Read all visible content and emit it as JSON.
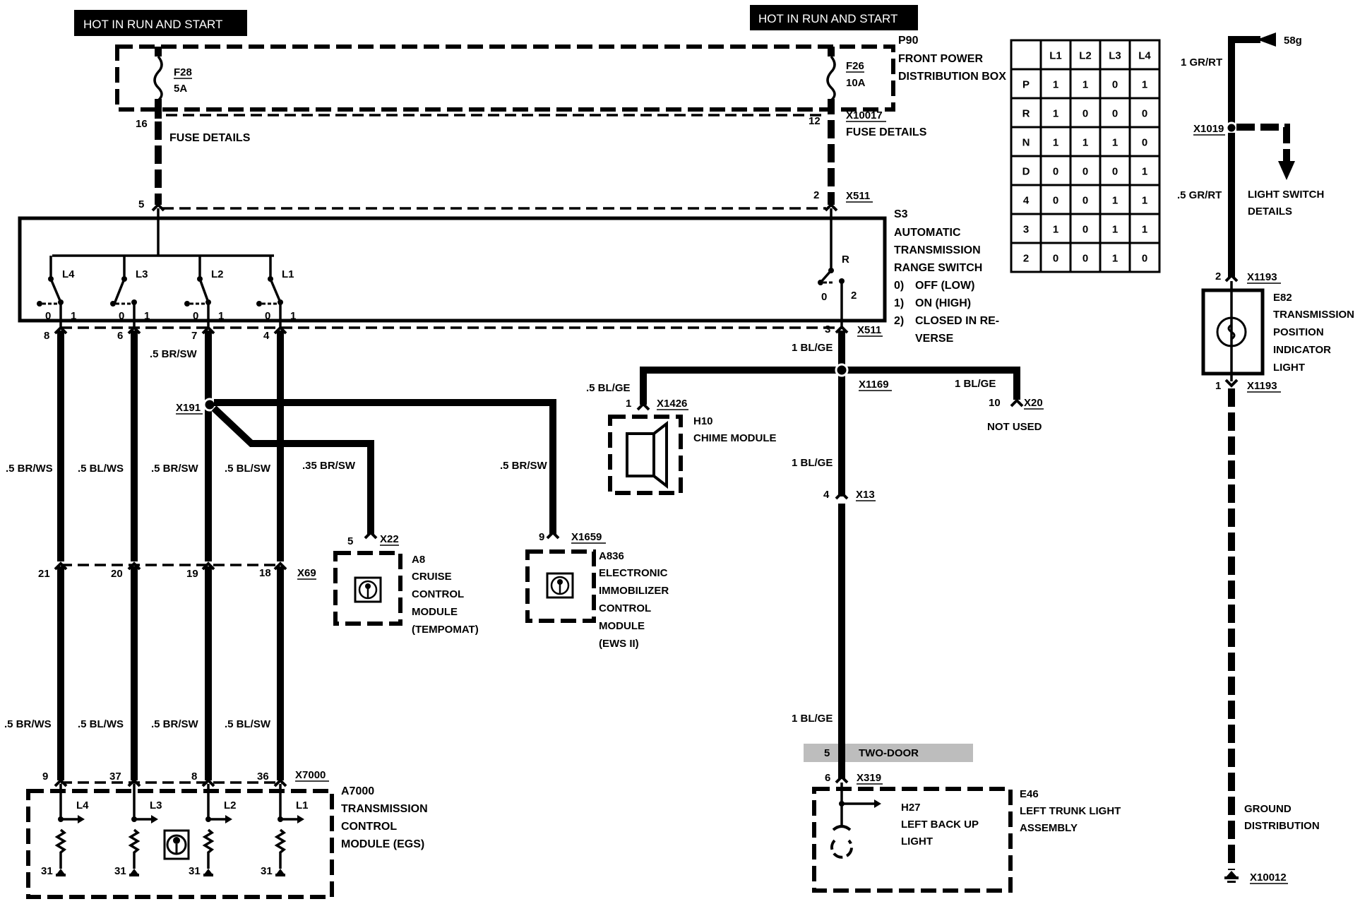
{
  "headers": {
    "left": "HOT IN RUN AND START",
    "right": "HOT IN RUN AND START"
  },
  "fuses": {
    "f28": {
      "id": "F28",
      "rating": "5A",
      "pin": "16"
    },
    "f26": {
      "id": "F26",
      "rating": "10A",
      "pin": "12"
    }
  },
  "p90": {
    "id": "P90",
    "line1": "FRONT POWER",
    "line2": "DISTRIBUTION BOX"
  },
  "fuse_details_left": "FUSE DETAILS",
  "fuse_details_right": {
    "connector": "X10017",
    "text": "FUSE DETAILS"
  },
  "x511_top": {
    "pin_left": "5",
    "pin_right": "2",
    "connector": "X511"
  },
  "s3": {
    "id": "S3",
    "lines": [
      "AUTOMATIC",
      "TRANSMISSION",
      "RANGE SWITCH"
    ],
    "legend": [
      {
        "key": "0)",
        "text": "OFF (LOW)"
      },
      {
        "key": "1)",
        "text": "ON (HIGH)"
      },
      {
        "key": "2)",
        "text": "CLOSED IN RE-"
      },
      {
        "key": "",
        "text": "VERSE"
      }
    ],
    "switches": [
      {
        "label": "L4",
        "pos0": "0",
        "pos1": "1",
        "pin": "8"
      },
      {
        "label": "L3",
        "pos0": "0",
        "pos1": "1",
        "pin": "6"
      },
      {
        "label": "L2",
        "pos0": "0",
        "pos1": "1",
        "pin": "7"
      },
      {
        "label": "L1",
        "pos0": "0",
        "pos1": "1",
        "pin": "4"
      }
    ],
    "reverse": {
      "label": "R",
      "pos0": "0",
      "pos2": "2",
      "pin": "3",
      "connector": "X511"
    }
  },
  "truth_table": {
    "columns": [
      "",
      "L1",
      "L2",
      "L3",
      "L4"
    ],
    "rows": [
      [
        "P",
        "1",
        "1",
        "0",
        "1"
      ],
      [
        "R",
        "1",
        "0",
        "0",
        "0"
      ],
      [
        "N",
        "1",
        "1",
        "1",
        "0"
      ],
      [
        "D",
        "0",
        "0",
        "0",
        "1"
      ],
      [
        "4",
        "0",
        "0",
        "1",
        "1"
      ],
      [
        "3",
        "1",
        "0",
        "1",
        "1"
      ],
      [
        "2",
        "0",
        "0",
        "1",
        "0"
      ]
    ]
  },
  "wires": {
    "w7_top": ".5 BR/SW",
    "col1": ".5 BR/WS",
    "col2": ".5 BL/WS",
    "col3": ".5 BR/SW",
    "col4": ".5 BL/SW",
    "cruise": ".35 BR/SW",
    "immob": ".5 BR/SW",
    "rev1": "1 BL/GE",
    "chime": ".5 BL/GE",
    "x20": "1 BL/GE",
    "rev2": "1 BL/GE",
    "rev3": "1 BL/GE",
    "gr1": "1 GR/RT",
    "gr2": ".5 GR/RT"
  },
  "splice_x191": "X191",
  "splice_x1169": "X1169",
  "x69": {
    "connector": "X69",
    "pins": [
      "21",
      "20",
      "19",
      "18"
    ]
  },
  "x7000": {
    "connector": "X7000",
    "pins": [
      "9",
      "37",
      "8",
      "36"
    ]
  },
  "a7000": {
    "id": "A7000",
    "lines": [
      "TRANSMISSION",
      "CONTROL",
      "MODULE (EGS)"
    ],
    "outputs": [
      "L4",
      "L3",
      "L2",
      "L1"
    ],
    "grounds": [
      "31",
      "31",
      "31",
      "31"
    ]
  },
  "a8": {
    "pin": "5",
    "connector": "X22",
    "id": "A8",
    "lines": [
      "CRUISE",
      "CONTROL",
      "MODULE",
      "(TEMPOMAT)"
    ]
  },
  "a836": {
    "pin": "9",
    "connector": "X1659",
    "id": "A836",
    "lines": [
      "ELECTRONIC",
      "IMMOBILIZER",
      "CONTROL",
      "MODULE",
      "(EWS II)"
    ]
  },
  "h10": {
    "pin": "1",
    "connector": "X1426",
    "id": "H10",
    "name": "CHIME MODULE"
  },
  "x20": {
    "pin": "10",
    "connector": "X20",
    "note": "NOT USED"
  },
  "x13": {
    "pin": "4",
    "connector": "X13"
  },
  "two_door": {
    "pin": "5",
    "text": "TWO-DOOR"
  },
  "x319": {
    "pin": "6",
    "connector": "X319"
  },
  "h27": {
    "id": "H27",
    "lines": [
      "LEFT BACK UP",
      "LIGHT"
    ]
  },
  "e46": {
    "id": "E46",
    "lines": [
      "LEFT TRUNK LIGHT",
      "ASSEMBLY"
    ]
  },
  "right_circuit": {
    "terminal": "58g",
    "splice": "X1019",
    "light_switch": [
      "LIGHT SWITCH",
      "DETAILS"
    ],
    "x1193_top": {
      "pin": "2",
      "connector": "X1193"
    },
    "x1193_bot": {
      "pin": "1",
      "connector": "X1193"
    },
    "e82": {
      "id": "E82",
      "lines": [
        "TRANSMISSION",
        "POSITION",
        "INDICATOR",
        "LIGHT"
      ]
    },
    "ground": [
      "GROUND",
      "DISTRIBUTION"
    ],
    "ground_conn": "X10012"
  }
}
